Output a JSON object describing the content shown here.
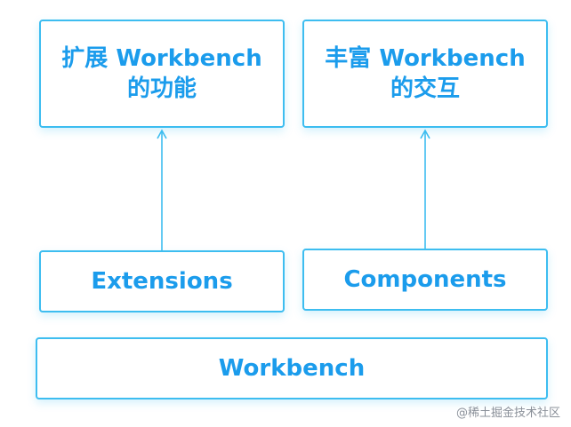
{
  "diagram": {
    "top_left": {
      "line1": "扩展 Workbench",
      "line2": "的功能"
    },
    "top_right": {
      "line1": "丰富 Workbench",
      "line2": "的交互"
    },
    "middle_left": {
      "label": "Extensions"
    },
    "middle_right": {
      "label": "Components"
    },
    "base": {
      "label": "Workbench"
    }
  },
  "colors": {
    "accent": "#1b9cec",
    "border": "#3dbdf0",
    "arrow": "#3dbdf0"
  },
  "watermark": {
    "text": "@稀土掘金技术社区"
  }
}
